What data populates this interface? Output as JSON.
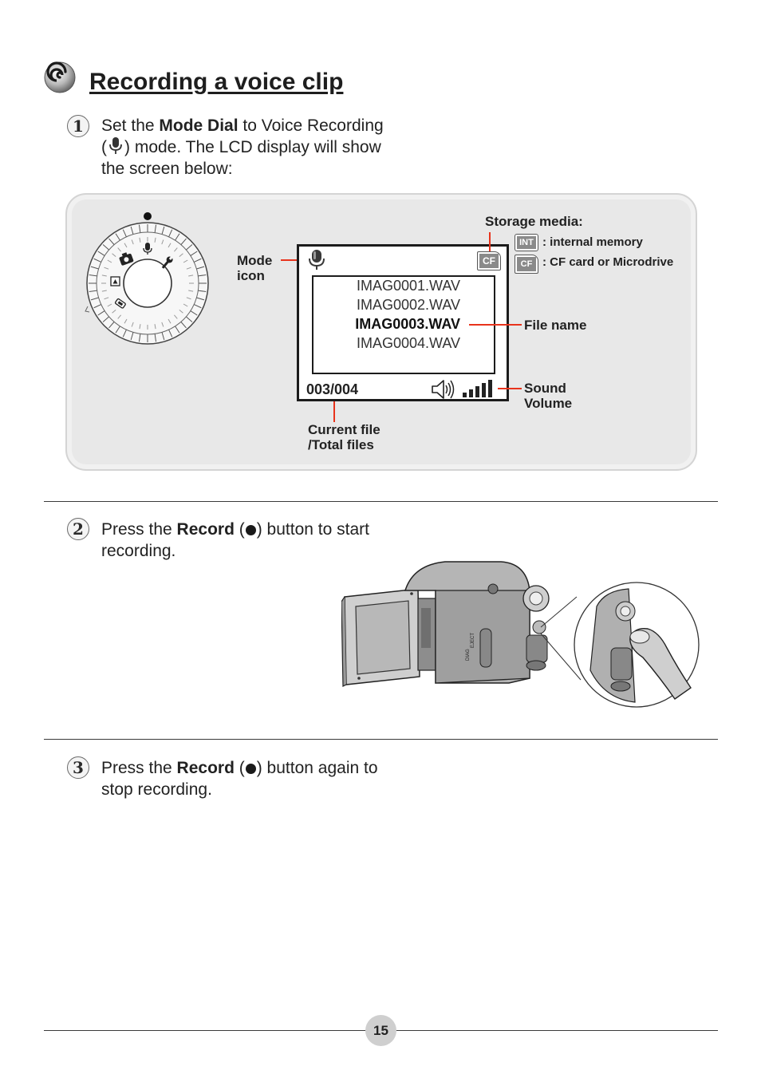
{
  "heading": {
    "title": "Recording a voice clip"
  },
  "steps": [
    {
      "num": "1",
      "pre": "Set the ",
      "bold": "Mode Dial",
      "post1": " to Voice Recording",
      "line2a": "(",
      "line2b": ") mode. The LCD display will show",
      "line3": "the screen below:"
    },
    {
      "num": "2",
      "pre": "Press the ",
      "bold": "Record",
      "post1a": " (",
      "post1b": ") button to start",
      "line2": "recording."
    },
    {
      "num": "3",
      "pre": "Press the ",
      "bold": "Record",
      "post1a": " (",
      "post1b": ") button again to",
      "line2": "stop recording."
    }
  ],
  "diagram": {
    "labels": {
      "mode_icon_1": "Mode",
      "mode_icon_2": "icon",
      "storage_media": "Storage media:",
      "internal_memory": ": internal memory",
      "cf_card": ": CF card or Microdrive",
      "file_name": "File name",
      "sound_volume_1": "Sound",
      "sound_volume_2": "Volume",
      "current_file_1": "Current file",
      "current_file_2": "/Total files"
    },
    "storage_icons": {
      "int": "INT",
      "cf": "CF"
    },
    "lcd": {
      "files": [
        "IMAG0001.WAV",
        "IMAG0002.WAV",
        "IMAG0003.WAV",
        "IMAG0004.WAV"
      ],
      "counter": "003/004",
      "media_badge": "CF",
      "volume_level": 5,
      "volume_max": 5
    },
    "icons": [
      "microphone-icon",
      "speaker-icon",
      "volume-bars-icon",
      "camera-icon",
      "wrench-icon",
      "mode-dial-icon",
      "logo-swirl-icon"
    ]
  },
  "camera_illustration": {
    "labels": [
      "DIAG",
      "EJECT"
    ]
  },
  "colors": {
    "accent": "#e8331c",
    "panel": "#e8e8e8"
  },
  "footer": {
    "page_number": "15"
  }
}
